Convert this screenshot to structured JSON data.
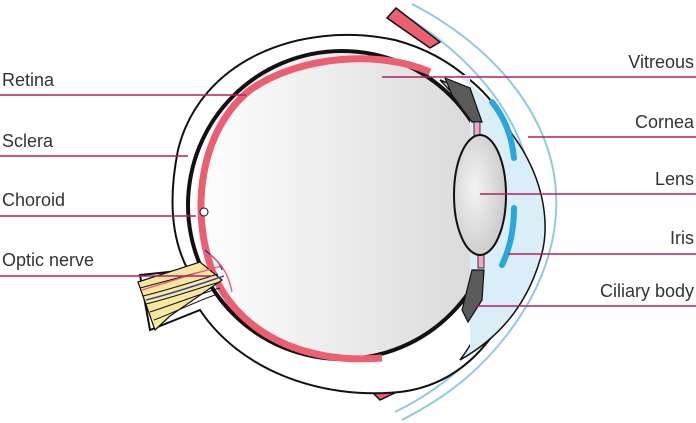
{
  "colors": {
    "leader_line": "#b0215e",
    "outline": "#111111",
    "retina": "#ec5f71",
    "iris_blue": "#2aa6df",
    "cornea_light": "#d9eef7",
    "cornea_line": "#8fc9e6",
    "ciliary_gray": "#5a5a5a",
    "optic_yellow": "#f7e7a1"
  },
  "labels_left": [
    {
      "key": "retina",
      "text": "Retina"
    },
    {
      "key": "sclera",
      "text": "Sclera"
    },
    {
      "key": "choroid",
      "text": "Choroid"
    },
    {
      "key": "optic-nerve",
      "text": "Optic nerve"
    }
  ],
  "labels_right": [
    {
      "key": "vitreous",
      "text": "Vitreous"
    },
    {
      "key": "cornea",
      "text": "Cornea"
    },
    {
      "key": "lens",
      "text": "Lens"
    },
    {
      "key": "iris",
      "text": "Iris"
    },
    {
      "key": "ciliary-body",
      "text": "Ciliary body"
    }
  ]
}
